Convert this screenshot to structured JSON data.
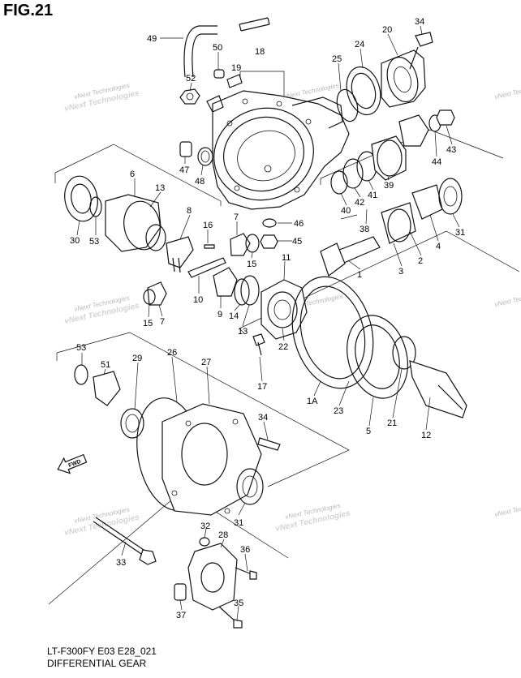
{
  "figure": {
    "title": "FIG.21",
    "model_code": "LT-F300FY E03 E28_021",
    "section_title": "DIFFERENTIAL GEAR",
    "fwd_label": "FWD",
    "watermark": "vNext Technologies"
  },
  "callouts": [
    {
      "id": "c-49",
      "label": "49"
    },
    {
      "id": "c-50",
      "label": "50"
    },
    {
      "id": "c-19",
      "label": "19"
    },
    {
      "id": "c-18",
      "label": "18"
    },
    {
      "id": "c-52",
      "label": "52"
    },
    {
      "id": "c-25",
      "label": "25"
    },
    {
      "id": "c-24",
      "label": "24"
    },
    {
      "id": "c-20",
      "label": "20"
    },
    {
      "id": "c-34a",
      "label": "34"
    },
    {
      "id": "c-47",
      "label": "47"
    },
    {
      "id": "c-48",
      "label": "48"
    },
    {
      "id": "c-6",
      "label": "6"
    },
    {
      "id": "c-13a",
      "label": "13"
    },
    {
      "id": "c-30",
      "label": "30"
    },
    {
      "id": "c-53a",
      "label": "53"
    },
    {
      "id": "c-8",
      "label": "8"
    },
    {
      "id": "c-16",
      "label": "16"
    },
    {
      "id": "c-7a",
      "label": "7"
    },
    {
      "id": "c-46",
      "label": "46"
    },
    {
      "id": "c-45",
      "label": "45"
    },
    {
      "id": "c-15a",
      "label": "15"
    },
    {
      "id": "c-10",
      "label": "10"
    },
    {
      "id": "c-11",
      "label": "11"
    },
    {
      "id": "c-9",
      "label": "9"
    },
    {
      "id": "c-14",
      "label": "14"
    },
    {
      "id": "c-13b",
      "label": "13"
    },
    {
      "id": "c-15b",
      "label": "15"
    },
    {
      "id": "c-7b",
      "label": "7"
    },
    {
      "id": "c-40",
      "label": "40"
    },
    {
      "id": "c-42",
      "label": "42"
    },
    {
      "id": "c-41",
      "label": "41"
    },
    {
      "id": "c-39",
      "label": "39"
    },
    {
      "id": "c-38",
      "label": "38"
    },
    {
      "id": "c-44",
      "label": "44"
    },
    {
      "id": "c-43",
      "label": "43"
    },
    {
      "id": "c-4",
      "label": "4"
    },
    {
      "id": "c-31a",
      "label": "31"
    },
    {
      "id": "c-2",
      "label": "2"
    },
    {
      "id": "c-3",
      "label": "3"
    },
    {
      "id": "c-1",
      "label": "1"
    },
    {
      "id": "c-22",
      "label": "22"
    },
    {
      "id": "c-17",
      "label": "17"
    },
    {
      "id": "c-1A",
      "label": "1A"
    },
    {
      "id": "c-23",
      "label": "23"
    },
    {
      "id": "c-5",
      "label": "5"
    },
    {
      "id": "c-21",
      "label": "21"
    },
    {
      "id": "c-12",
      "label": "12"
    },
    {
      "id": "c-53b",
      "label": "53"
    },
    {
      "id": "c-51",
      "label": "51"
    },
    {
      "id": "c-29",
      "label": "29"
    },
    {
      "id": "c-26",
      "label": "26"
    },
    {
      "id": "c-27",
      "label": "27"
    },
    {
      "id": "c-34b",
      "label": "34"
    },
    {
      "id": "c-31b",
      "label": "31"
    },
    {
      "id": "c-32",
      "label": "32"
    },
    {
      "id": "c-28",
      "label": "28"
    },
    {
      "id": "c-36",
      "label": "36"
    },
    {
      "id": "c-33",
      "label": "33"
    },
    {
      "id": "c-37",
      "label": "37"
    },
    {
      "id": "c-35",
      "label": "35"
    }
  ]
}
